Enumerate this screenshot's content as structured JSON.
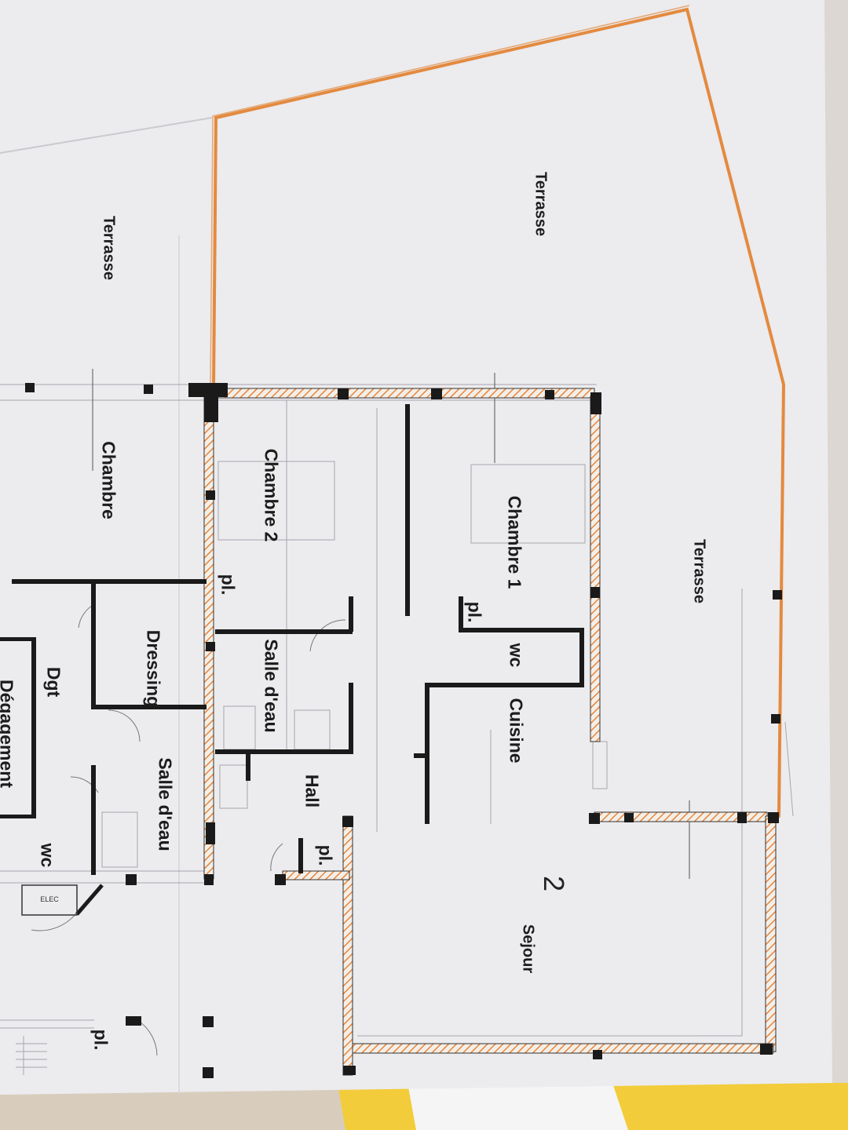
{
  "plan": {
    "unit_number": "2",
    "rooms": {
      "terrasse_left": "Terrasse",
      "terrasse_top": "Terrasse",
      "terrasse_right": "Terrasse",
      "chambre": "Chambre",
      "chambre_2": "Chambre 2",
      "chambre_1": "Chambre 1",
      "dressing": "Dressing",
      "salle_deau_1": "Salle d'eau",
      "salle_deau_2": "Salle d'eau",
      "cuisine": "Cuisine",
      "wc_1": "wc",
      "wc_2": "wc",
      "hall": "Hall",
      "dgt": "Dgt",
      "sejour": "Sejour",
      "degagement": "Dégagement"
    },
    "annotations": {
      "pl_1": "pl.",
      "pl_2": "pl.",
      "pl_3": "pl.",
      "pl_4": "pl.",
      "elec": "ELEC"
    },
    "colors": {
      "paper": "#ecebee",
      "wall": "#1a1a1a",
      "hatch": "#e8843a",
      "boundary": "#e38a3f",
      "floor": "#d9cfc0"
    }
  }
}
